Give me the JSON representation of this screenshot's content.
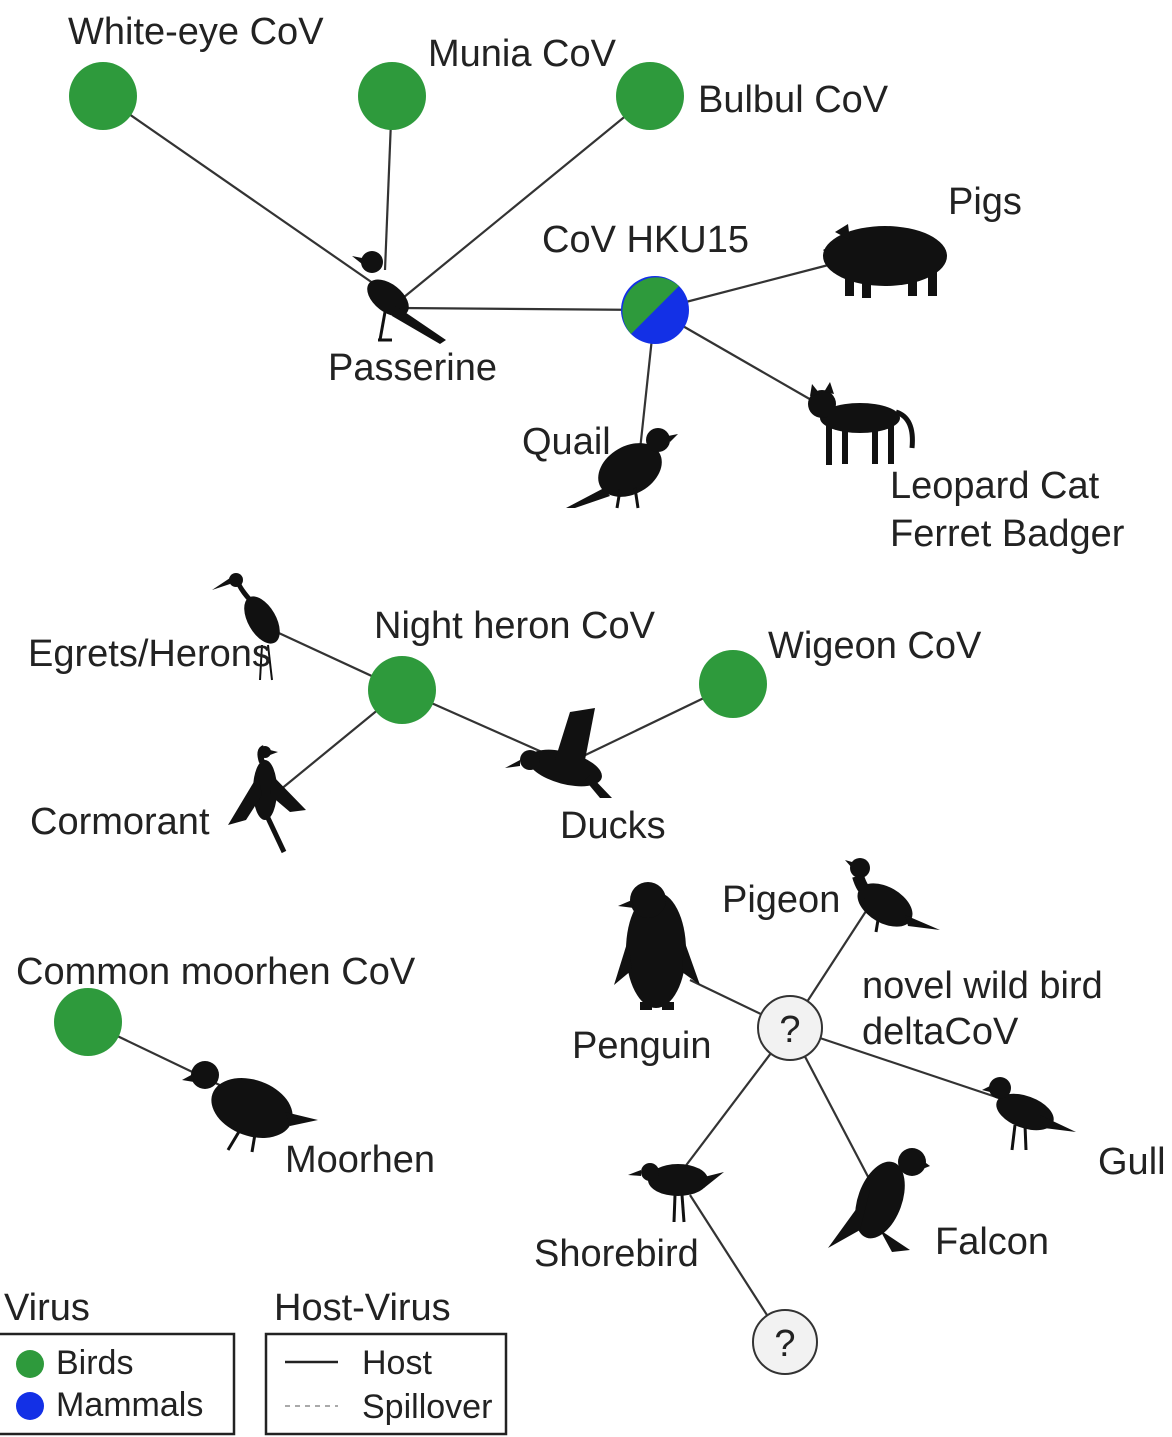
{
  "colors": {
    "birds": "#2e9a3c",
    "mammals": "#1330e6",
    "unknown": "#f2f2f2"
  },
  "viruses": {
    "white_eye": "White-eye CoV",
    "munia": "Munia CoV",
    "bulbul": "Bulbul CoV",
    "hku15": "CoV HKU15",
    "night_heron": "Night heron CoV",
    "wigeon": "Wigeon CoV",
    "moorhen": "Common moorhen CoV",
    "novel_line1": "novel wild bird",
    "novel_line2": "deltaCoV",
    "unknown_mark": "?"
  },
  "hosts": {
    "pigs": "Pigs",
    "passerine": "Passerine",
    "quail": "Quail",
    "leopard_cat": "Leopard Cat",
    "ferret_badger": "Ferret Badger",
    "egrets": "Egrets/Herons",
    "cormorant": "Cormorant",
    "ducks": "Ducks",
    "pigeon": "Pigeon",
    "penguin": "Penguin",
    "gull": "Gull",
    "moorhen": "Moorhen",
    "shorebird": "Shorebird",
    "falcon": "Falcon"
  },
  "legend": {
    "virus_title": "Virus",
    "birds": "Birds",
    "mammals": "Mammals",
    "hostvirus_title": "Host-Virus",
    "host": "Host",
    "spillover": "Spillover"
  }
}
